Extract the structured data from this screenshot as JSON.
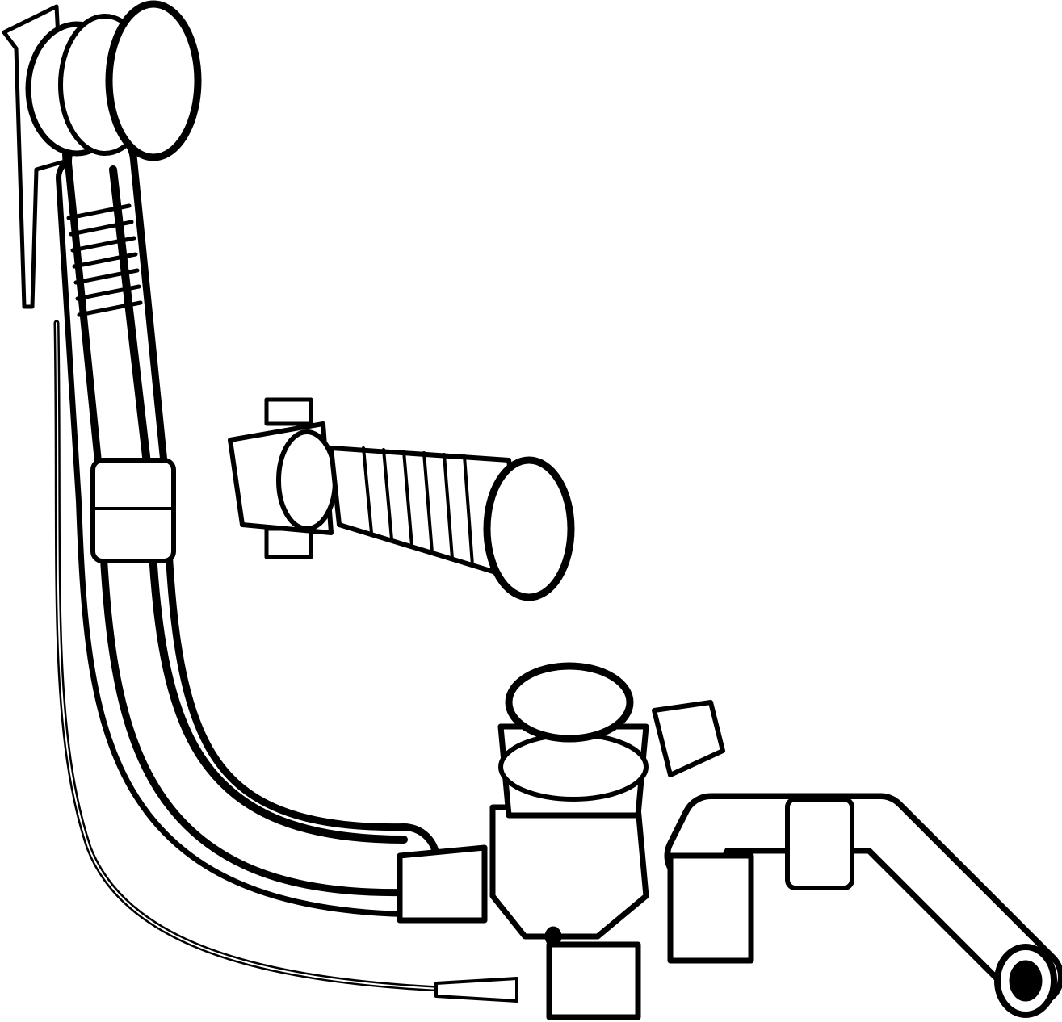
{
  "drawing": {
    "style": "black-and-white technical line illustration",
    "ink_color": "#000000",
    "paper_color": "#ffffff",
    "components": [
      "overflow-cap",
      "overflow-pipe",
      "bowden-cable",
      "filler-inlet-with-corrugated-hose",
      "drain-valve",
      "outlet-elbow"
    ]
  }
}
